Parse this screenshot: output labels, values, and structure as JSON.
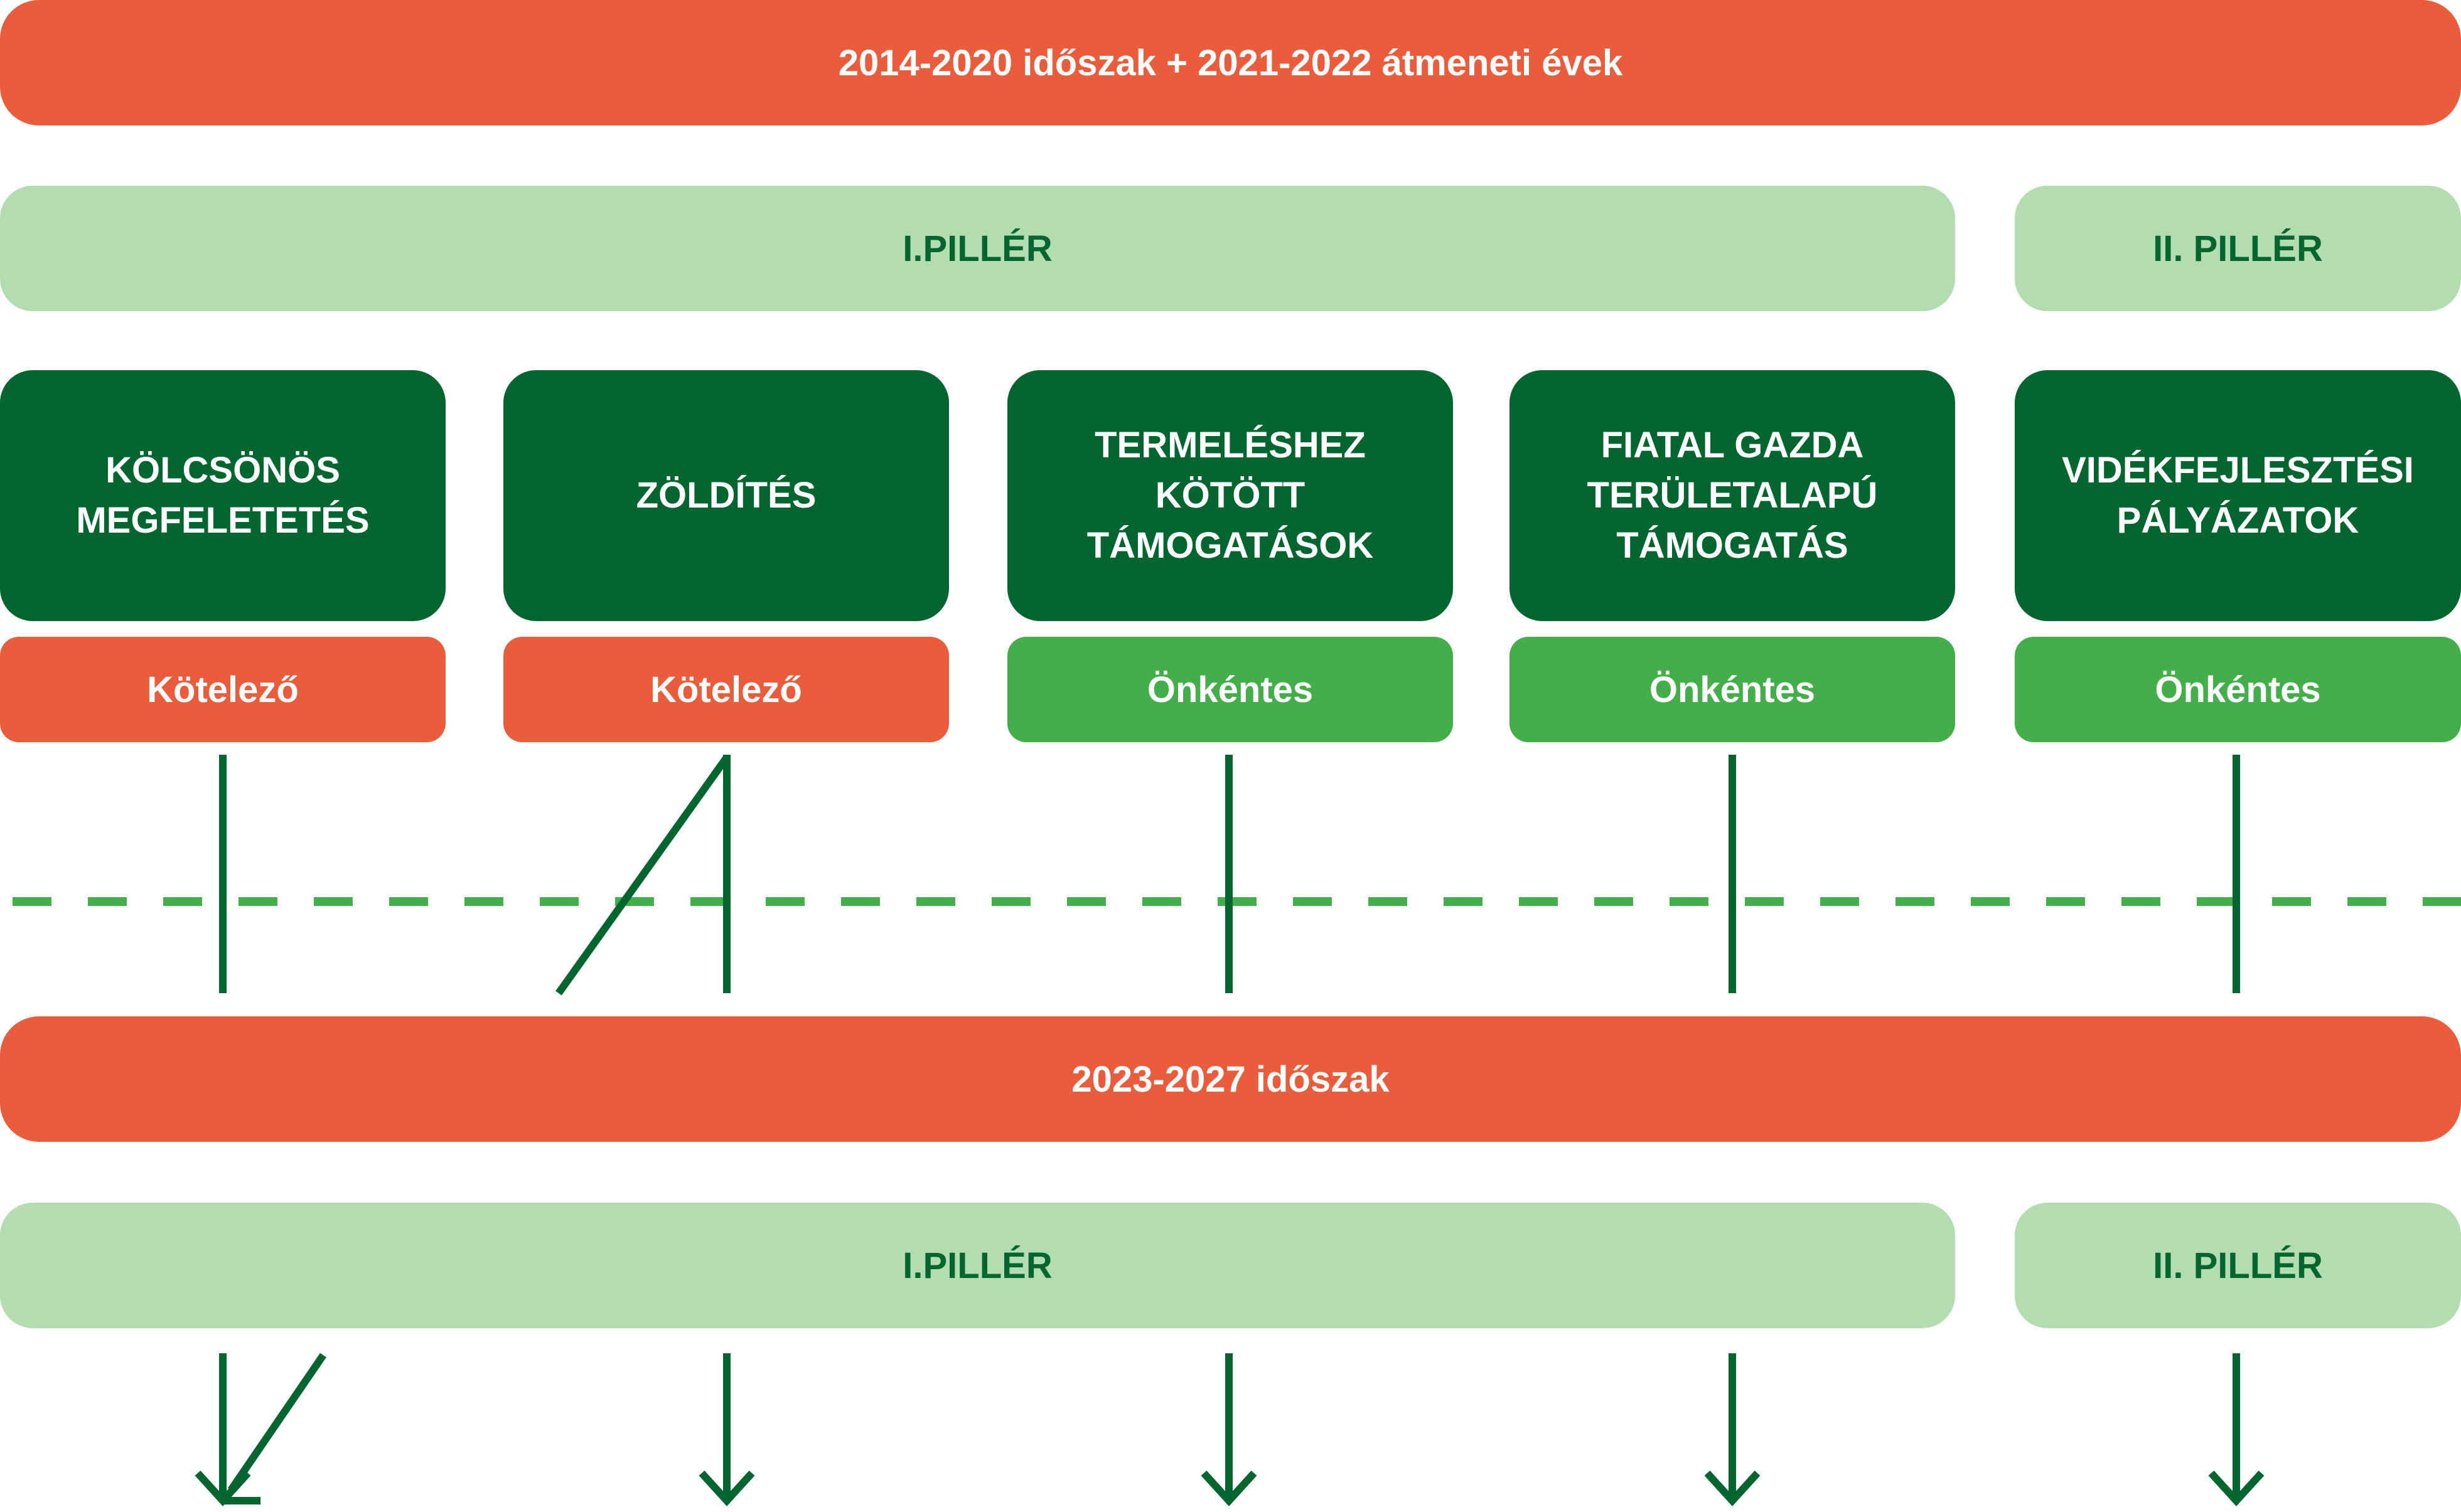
{
  "colors": {
    "orange": "#e95c3c",
    "light_green": "#b3ddb0",
    "dark_green": "#04652f",
    "mid_green": "#43ae4a",
    "pillar_text": "#04652f"
  },
  "top_period": {
    "label": "2014-2020 időszak + 2021-2022 átmeneti évek"
  },
  "top_pillars": [
    {
      "label": "I.PILLÉR"
    },
    {
      "label": "II. PILLÉR"
    }
  ],
  "measures": [
    {
      "label": "KÖLCSÖNÖS\nMEGFELETETÉS",
      "status": "Kötelező",
      "status_kind": "mandatory"
    },
    {
      "label": "ZÖLDÍTÉS",
      "status": "Kötelező",
      "status_kind": "mandatory"
    },
    {
      "label": "TERMELÉSHEZ\nKÖTÖTT\nTÁMOGATÁSOK",
      "status": "Önkéntes",
      "status_kind": "voluntary"
    },
    {
      "label": "FIATAL GAZDA\nTERÜLETALAPÚ\nTÁMOGATÁS",
      "status": "Önkéntes",
      "status_kind": "voluntary"
    },
    {
      "label": "VIDÉKFEJLESZTÉSI\nPÁLYÁZATOK",
      "status": "Önkéntes",
      "status_kind": "voluntary"
    }
  ],
  "bottom_period": {
    "label": "2023-2027 időszak"
  },
  "bottom_pillars": [
    {
      "label": "I.PILLÉR"
    },
    {
      "label": "II. PILLÉR"
    }
  ]
}
